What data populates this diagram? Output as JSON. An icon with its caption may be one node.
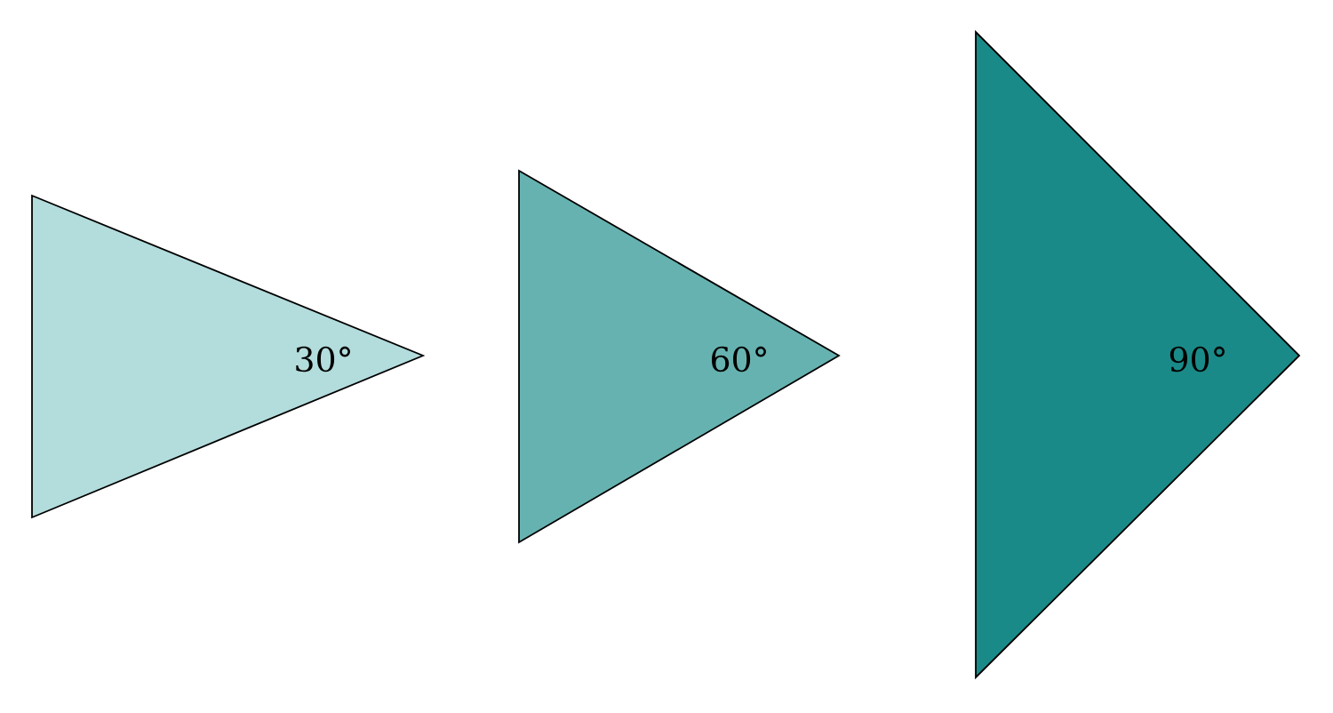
{
  "diagram": {
    "nodes": [
      {
        "text": [
          "30°"
        ]
      },
      {
        "text": [
          "60°"
        ]
      },
      {
        "text": [
          "90°"
        ]
      }
    ]
  }
}
